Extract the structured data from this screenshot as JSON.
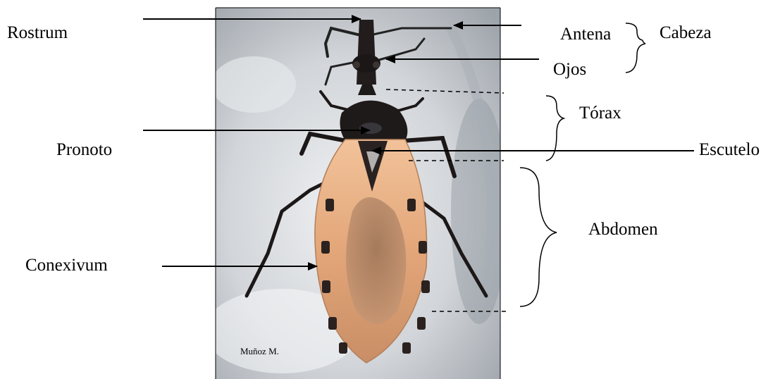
{
  "labels": {
    "rostrum": "Rostrum",
    "antena": "Antena",
    "ojos": "Ojos",
    "cabeza": "Cabeza",
    "torax": "Tórax",
    "pronoto": "Pronoto",
    "escutelo": "Escutelo",
    "abdomen": "Abdomen",
    "conexivum": "Conexivum"
  },
  "photo_credit": "Muñoz M.",
  "colors": {
    "photo_background": "#c9ccd0",
    "insect_dark": "#1f1a1a",
    "wing_orange": "#e0a77a",
    "spot_dark": "#2a211f",
    "lines": "#000000"
  }
}
